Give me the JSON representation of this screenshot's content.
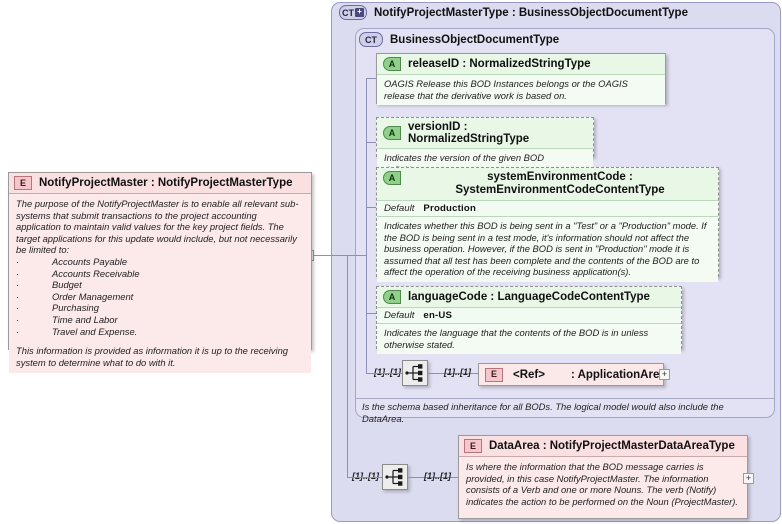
{
  "diagram": {
    "kind": "xsd-schema-diagram",
    "root_element": {
      "icon": "element-icon",
      "badge": "E",
      "title": "NotifyProjectMaster : NotifyProjectMasterType",
      "documentation": "The purpose of the NotifyProjectMaster is to enable all relevant sub-systems that submit transactions to the project accounting application to maintain valid values for the key project fields.   The target applications for this update would include, but not necessarily be limited to:",
      "bullets": [
        "Accounts Payable",
        "Accounts Receivable",
        "Budget",
        "Order Management",
        "Purchasing",
        "Time and Labor",
        "Travel and Expense."
      ],
      "closing": "This information is provided as information it is up to the receiving system to determine what to do with it.",
      "collapse_toggle": "–"
    },
    "complex_type": {
      "icon": "complextype-icon",
      "badge": "CT",
      "badge_plus": "+",
      "title": "NotifyProjectMasterType : BusinessObjectDocumentType"
    },
    "base_type": {
      "icon": "complextype-icon",
      "badge": "CT",
      "title": "BusinessObjectDocumentType",
      "note": "Is the schema based inheritance for all BODs. The logical model would also include the DataArea."
    },
    "attributes": [
      {
        "badge": "A",
        "icon": "attribute-icon",
        "name": "releaseID",
        "type": "NormalizedStringType",
        "title": "releaseID : NormalizedStringType",
        "required": true,
        "default_label": null,
        "default_value": null,
        "documentation": "OAGIS Release this BOD Instances belongs or the OAGIS release that the derivative work is based on."
      },
      {
        "badge": "A",
        "icon": "attribute-icon",
        "name": "versionID",
        "type": "NormalizedStringType",
        "title": "versionID : NormalizedStringType",
        "required": false,
        "default_label": null,
        "default_value": null,
        "documentation": "Indicates the version of the given BOD definition."
      },
      {
        "badge": "A",
        "icon": "attribute-icon",
        "name": "systemEnvironmentCode",
        "type": "SystemEnvironmentCodeContentType",
        "title": "systemEnvironmentCode : SystemEnvironmentCodeContentType",
        "required": false,
        "default_label": "Default",
        "default_value": "Production",
        "documentation": "Indicates whether this BOD is being sent in a \"Test\" or a \"Production\" mode. If the BOD is being sent in a test mode, it's information should not affect the business operation. However, if the BOD is sent in \"Production\" mode it is assumed that all test has been complete and the contents of the BOD are to affect the operation of the receiving business application(s)."
      },
      {
        "badge": "A",
        "icon": "attribute-icon",
        "name": "languageCode",
        "type": "LanguageCodeContentType",
        "title": "languageCode : LanguageCodeContentType",
        "required": false,
        "default_label": "Default",
        "default_value": "en-US",
        "documentation": "Indicates the language that the contents of the BOD is in unless otherwise stated."
      }
    ],
    "children": [
      {
        "badge": "E",
        "icon": "element-icon",
        "ref_label": "<Ref>",
        "type_label": ": ApplicationArea",
        "title": "<Ref>        : ApplicationArea",
        "cardinality_left": "[1]..[1]",
        "cardinality_right": "[1]..[1]",
        "compositor": "sequence-icon",
        "expander": "+",
        "documentation": null
      },
      {
        "badge": "E",
        "icon": "element-icon",
        "ref_label": "DataArea",
        "type_label": ": NotifyProjectMasterDataAreaType",
        "title": "DataArea : NotifyProjectMasterDataAreaType",
        "cardinality_left": "[1]..[1]",
        "cardinality_right": "[1]..[1]",
        "compositor": "sequence-icon",
        "expander": "+",
        "documentation": "Is where the information that the BOD message carries is provided, in this case NotifyProjectMaster. The information consists of a Verb and one or more Nouns. The verb (Notify) indicates the action to be performed on the Noun (ProjectMaster)."
      }
    ],
    "colors": {
      "element_fill": "#fbe9ea",
      "attribute_fill": "#eefaee",
      "container_fill": "#dcdcf0",
      "inner_container_fill": "#e2e2f4",
      "element_badge": "#f5c6cb",
      "attribute_badge": "#8fd18a",
      "complextype_badge": "#cfcfe8",
      "connector": "#8f8fb5"
    }
  }
}
